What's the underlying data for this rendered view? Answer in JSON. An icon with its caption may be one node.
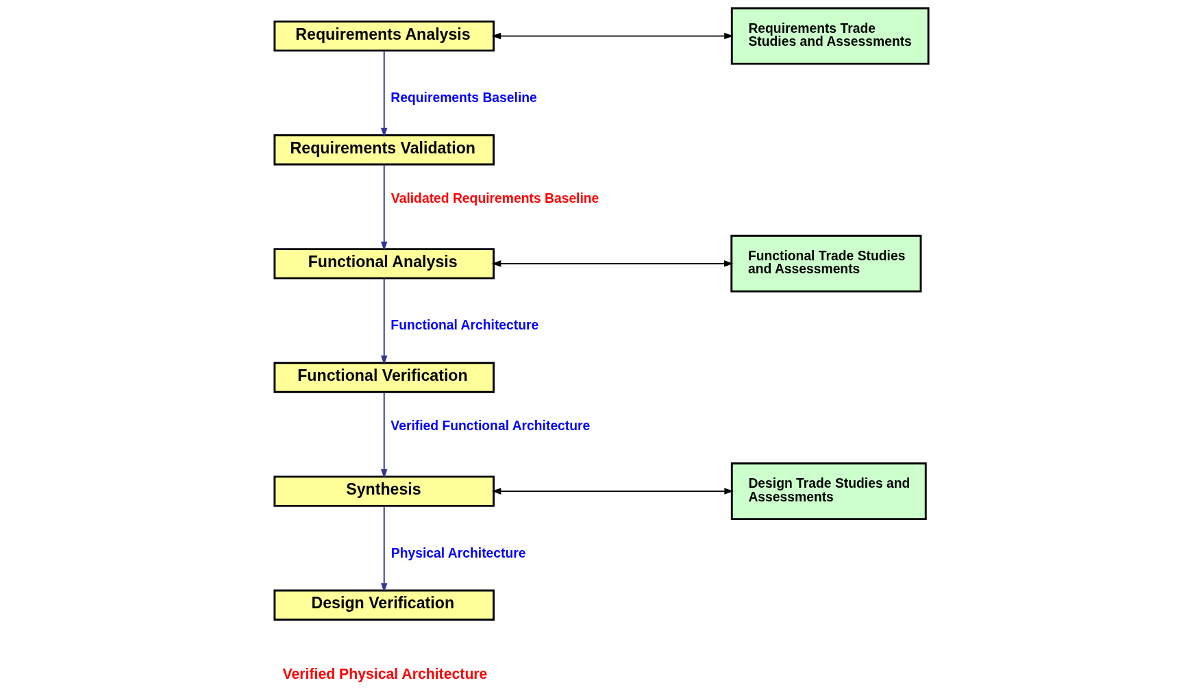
{
  "diagram": {
    "nodes": [
      {
        "text": [
          "Requirements Analysis"
        ]
      },
      {
        "text": [
          "Requirements Validation"
        ]
      },
      {
        "text": [
          "Functional Analysis"
        ]
      },
      {
        "text": [
          "Functional Verification"
        ]
      },
      {
        "text": [
          "Synthesis"
        ]
      },
      {
        "text": [
          "Design Verification"
        ]
      },
      {
        "text": [
          "Requirements Trade Studies and Assessments"
        ]
      },
      {
        "text": [
          "Functional Trade Studies and Assessments"
        ]
      },
      {
        "text": [
          "Design Trade Studies and Assessments"
        ]
      }
    ],
    "edges": [
      {
        "from": 0,
        "to": 1,
        "arrow": "to",
        "label": "Requirements Baseline"
      },
      {
        "from": 1,
        "to": 2,
        "arrow": "to",
        "label": "Validated Requirements Baseline"
      },
      {
        "from": 2,
        "to": 3,
        "arrow": "to",
        "label": "Functional Architecture"
      },
      {
        "from": 3,
        "to": 4,
        "arrow": "to",
        "label": "Verified Functional Architecture"
      },
      {
        "from": 4,
        "to": 5,
        "arrow": "to",
        "label": "Physical Architecture"
      },
      {
        "from": 0,
        "to": 6,
        "arrow": "both",
        "color": "#000000"
      },
      {
        "from": 2,
        "to": 7,
        "arrow": "both",
        "color": "#000000"
      },
      {
        "from": 4,
        "to": 8,
        "arrow": "both",
        "color": "#000000"
      }
    ],
    "labels": [
      "Verified Physical Architecture"
    ]
  }
}
